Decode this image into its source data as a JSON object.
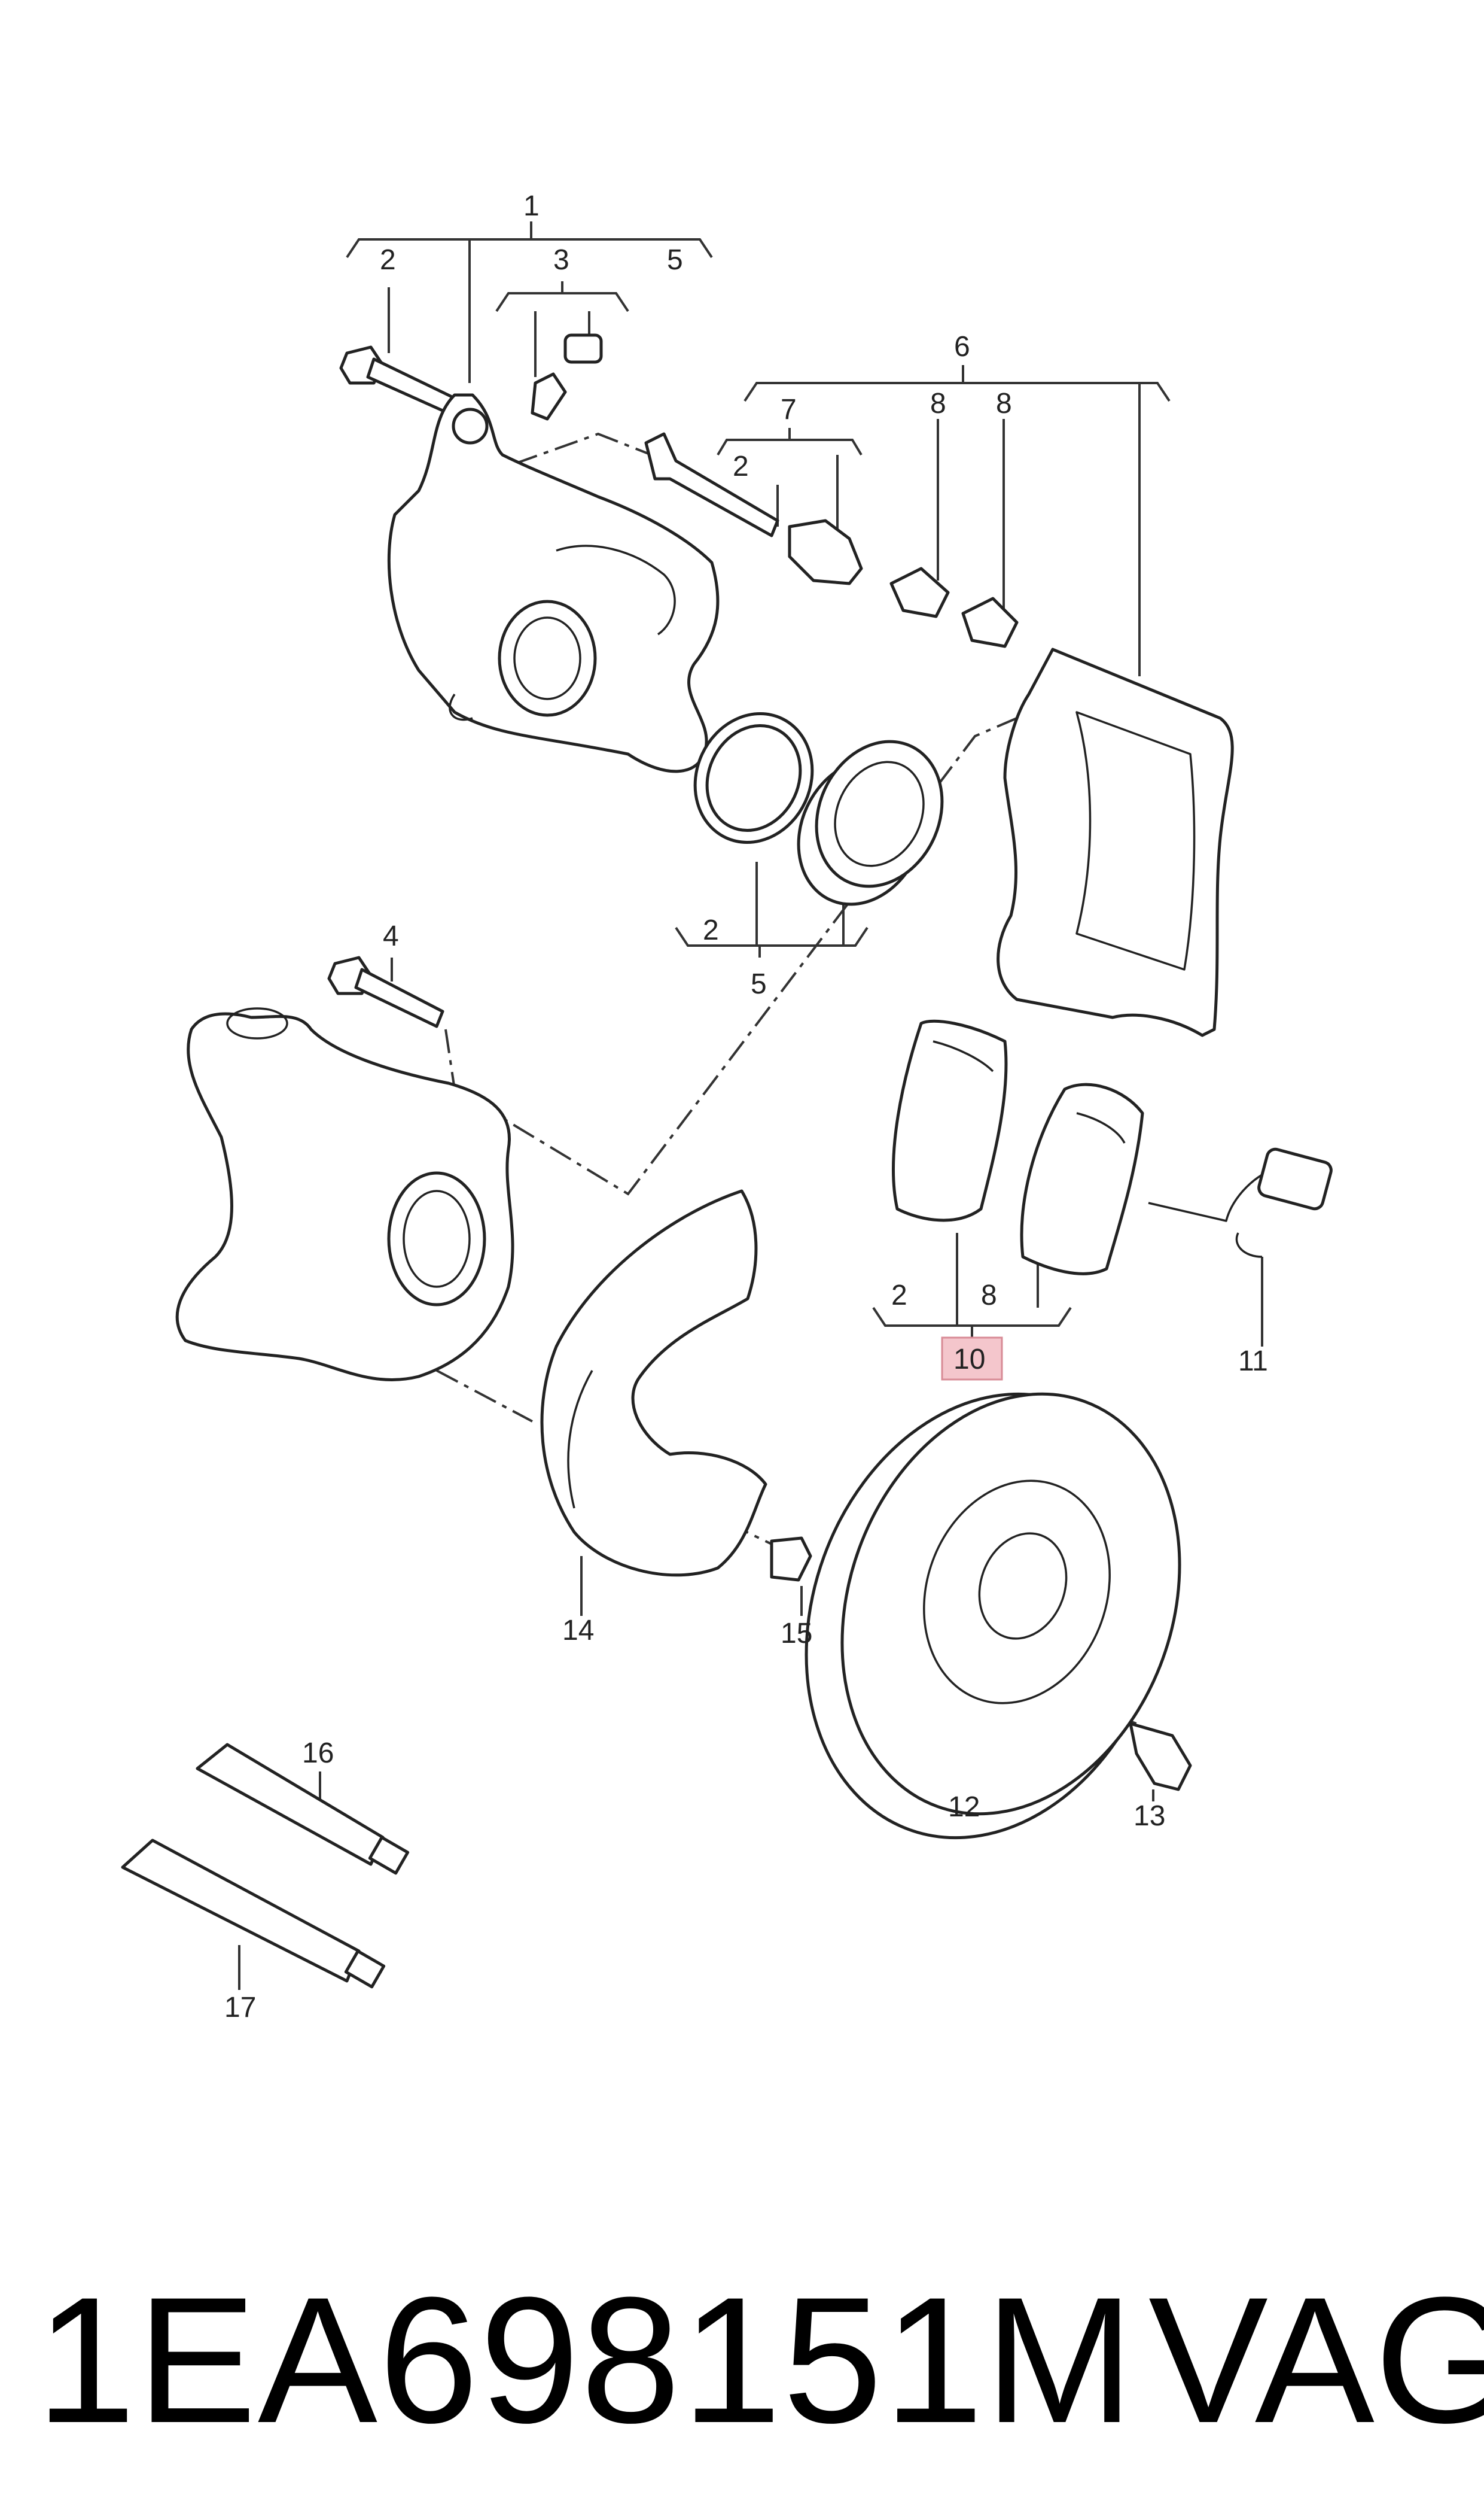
{
  "callouts": {
    "c1": "1",
    "c2a": "2",
    "c3": "3",
    "c5a": "5",
    "c6": "6",
    "c7": "7",
    "c2b": "2",
    "c8a": "8",
    "c8b": "8",
    "c2c": "2",
    "c5b": "5",
    "c4": "4",
    "c2d": "2",
    "c8c": "8",
    "c10": "10",
    "c11": "11",
    "c14": "14",
    "c15": "15",
    "c12": "12",
    "c13": "13",
    "c16": "16",
    "c17": "17"
  },
  "highlight_color": "#f4c6cc",
  "footer": {
    "part_number": "1EA698151M",
    "brand": "VAG"
  }
}
